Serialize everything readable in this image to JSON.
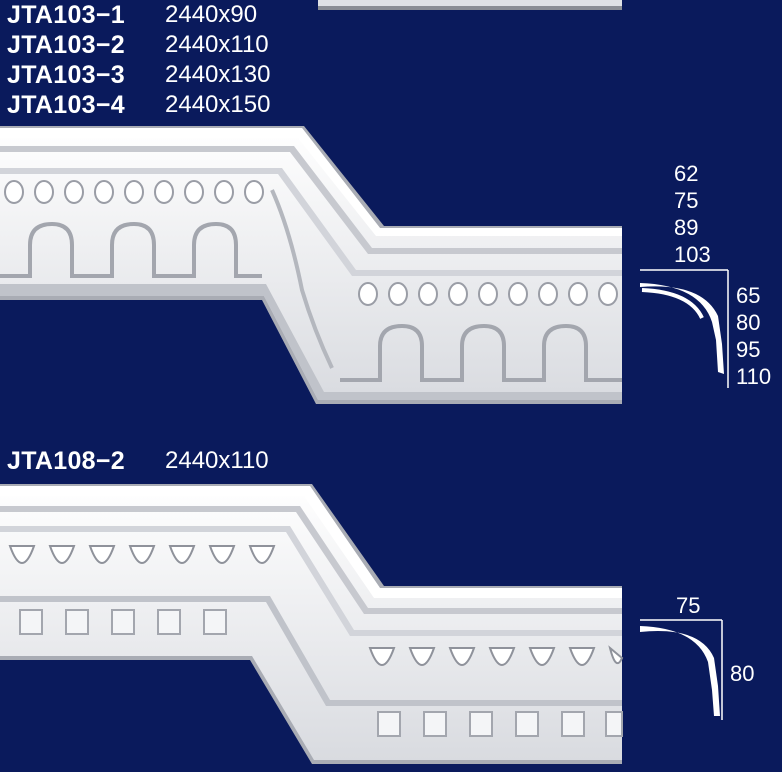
{
  "product1": {
    "codes": [
      {
        "code": "JTA103−1",
        "size": "2440x90"
      },
      {
        "code": "JTA103−2",
        "size": "2440x110"
      },
      {
        "code": "JTA103−3",
        "size": "2440x130"
      },
      {
        "code": "JTA103−4",
        "size": "2440x150"
      }
    ],
    "profile_widths": [
      "62",
      "75",
      "89",
      "103"
    ],
    "profile_heights": [
      "65",
      "80",
      "95",
      "110"
    ]
  },
  "product2": {
    "code": "JTA108−2",
    "size": "2440x110",
    "profile_width": "75",
    "profile_height": "80"
  },
  "colors": {
    "background": "#0a1a5c",
    "molding": "#f2f3f6",
    "shadow": "#8a8d95",
    "text": "#ffffff"
  }
}
